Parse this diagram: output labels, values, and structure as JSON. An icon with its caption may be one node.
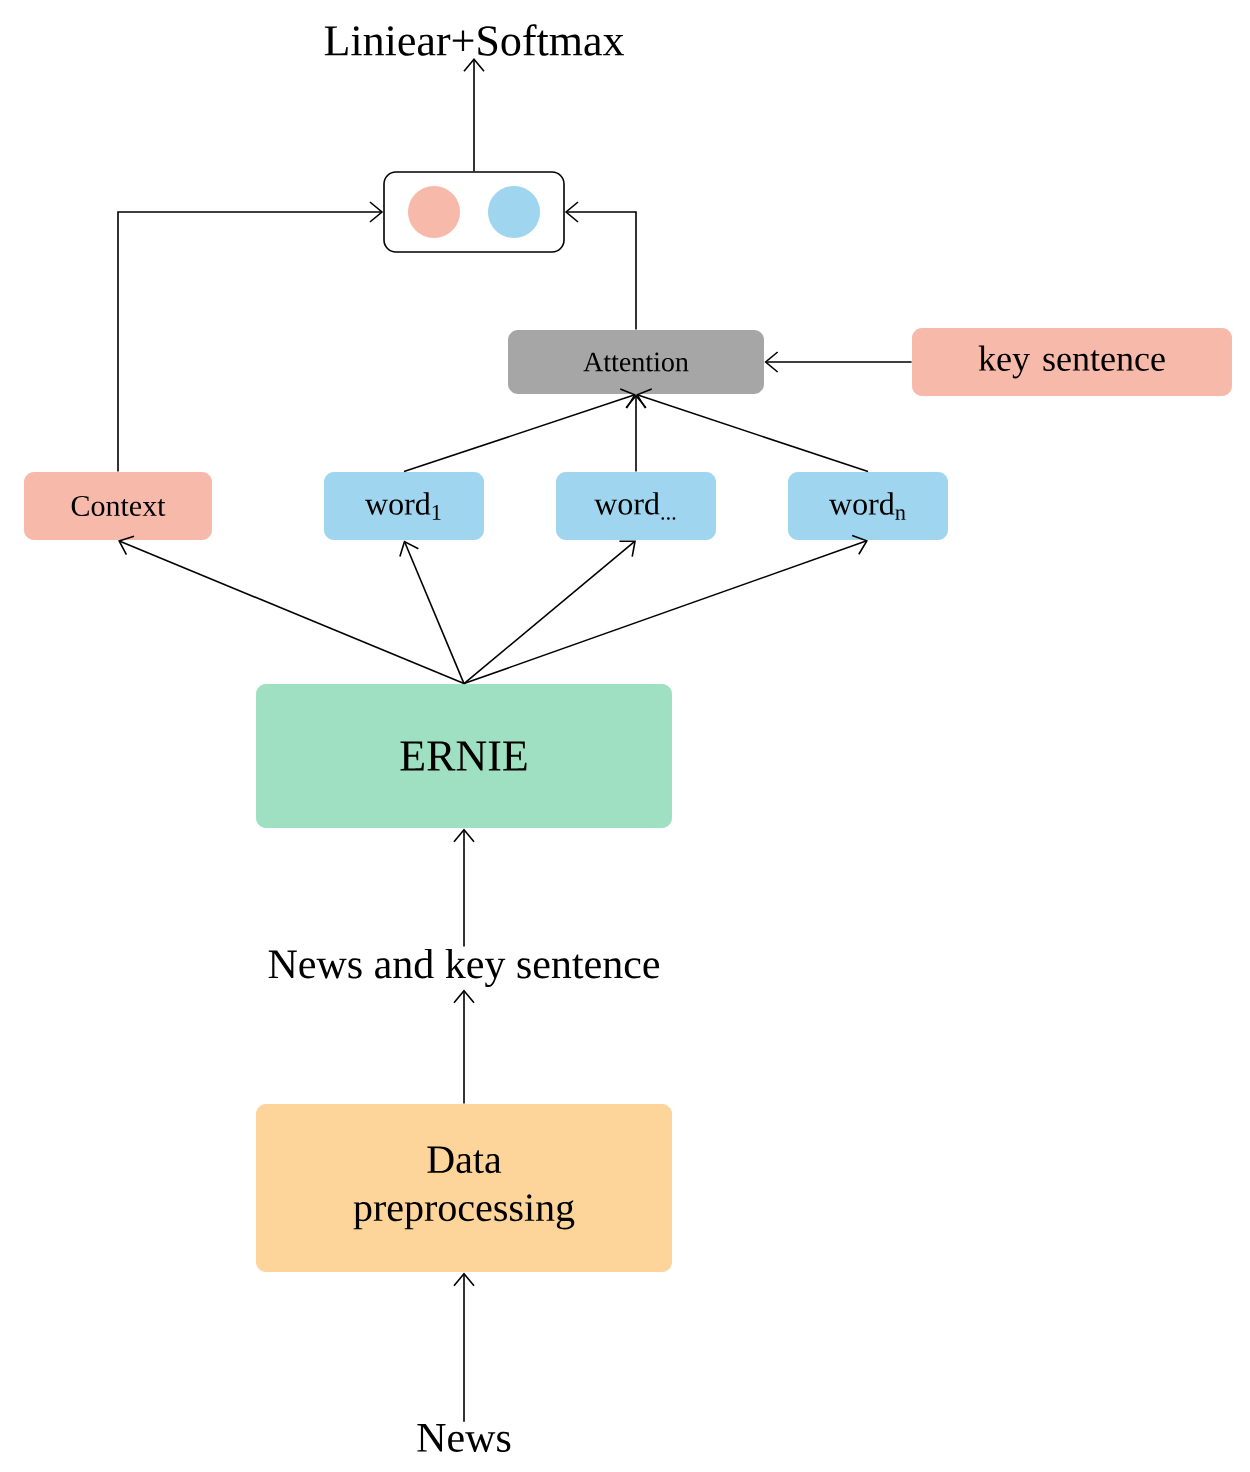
{
  "diagram": {
    "nodes": [
      {
        "text": [
          "Liniear+Softmax"
        ]
      },
      {
        "text": [],
        "shape": "box"
      },
      {
        "text": [
          "Attention"
        ]
      },
      {
        "text": [
          "key sentence"
        ]
      },
      {
        "text": [
          "Context"
        ]
      },
      {
        "text": [
          "word$_{1}$"
        ]
      },
      {
        "text": [
          "word$_{...}$"
        ]
      },
      {
        "text": [
          "word$_{n}$"
        ]
      },
      {
        "text": [
          "ERNIE"
        ]
      },
      {
        "text": [
          "News and key sentence"
        ]
      },
      {
        "text": [
          "Data preprocessing"
        ]
      },
      {
        "text": [
          "News"
        ]
      }
    ],
    "edges": [
      {
        "from": 1,
        "to": 0,
        "arrow": "to"
      },
      {
        "from": 4,
        "to": 1,
        "arrow": "to"
      },
      {
        "from": 2,
        "to": 1,
        "arrow": "to"
      },
      {
        "from": 3,
        "to": 2,
        "arrow": "to"
      },
      {
        "from": 5,
        "to": 2,
        "arrow": "to"
      },
      {
        "from": 6,
        "to": 2,
        "arrow": "to"
      },
      {
        "from": 7,
        "to": 2,
        "arrow": "to"
      },
      {
        "from": 8,
        "to": 4,
        "arrow": "to"
      },
      {
        "from": 8,
        "to": 5,
        "arrow": "to"
      },
      {
        "from": 8,
        "to": 6,
        "arrow": "to"
      },
      {
        "from": 8,
        "to": 7,
        "arrow": "to"
      },
      {
        "from": 9,
        "to": 8,
        "arrow": "to"
      },
      {
        "from": 10,
        "to": 9,
        "arrow": "to"
      },
      {
        "from": 11,
        "to": 10,
        "arrow": "to"
      }
    ]
  }
}
